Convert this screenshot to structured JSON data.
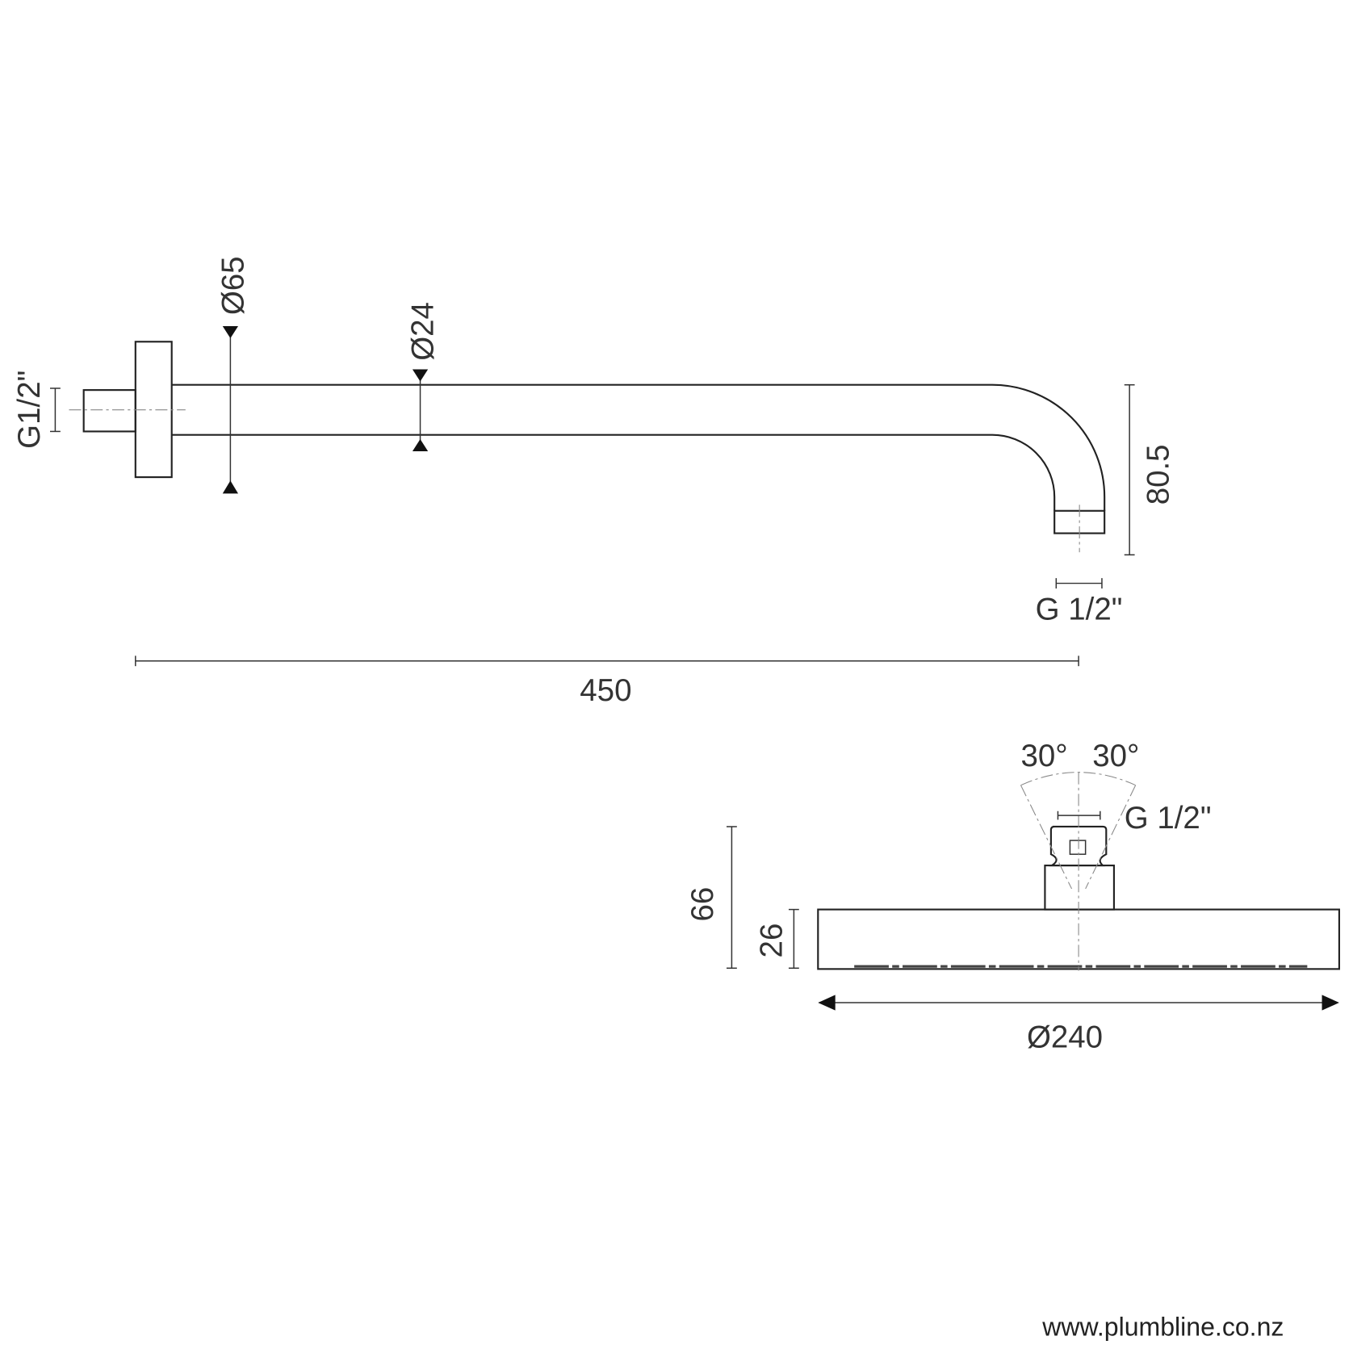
{
  "arm": {
    "inlet_thread": "G1/2\"",
    "flange_diameter": "Ø65",
    "pipe_diameter": "Ø24",
    "drop_height": "80.5",
    "outlet_thread": "G 1/2\"",
    "length": "450"
  },
  "head": {
    "angle_left": "30°",
    "angle_right": "30°",
    "thread": "G 1/2\"",
    "total_height": "66",
    "head_height": "26",
    "diameter": "Ø240"
  },
  "footer": {
    "website": "www.plumbline.co.nz"
  }
}
